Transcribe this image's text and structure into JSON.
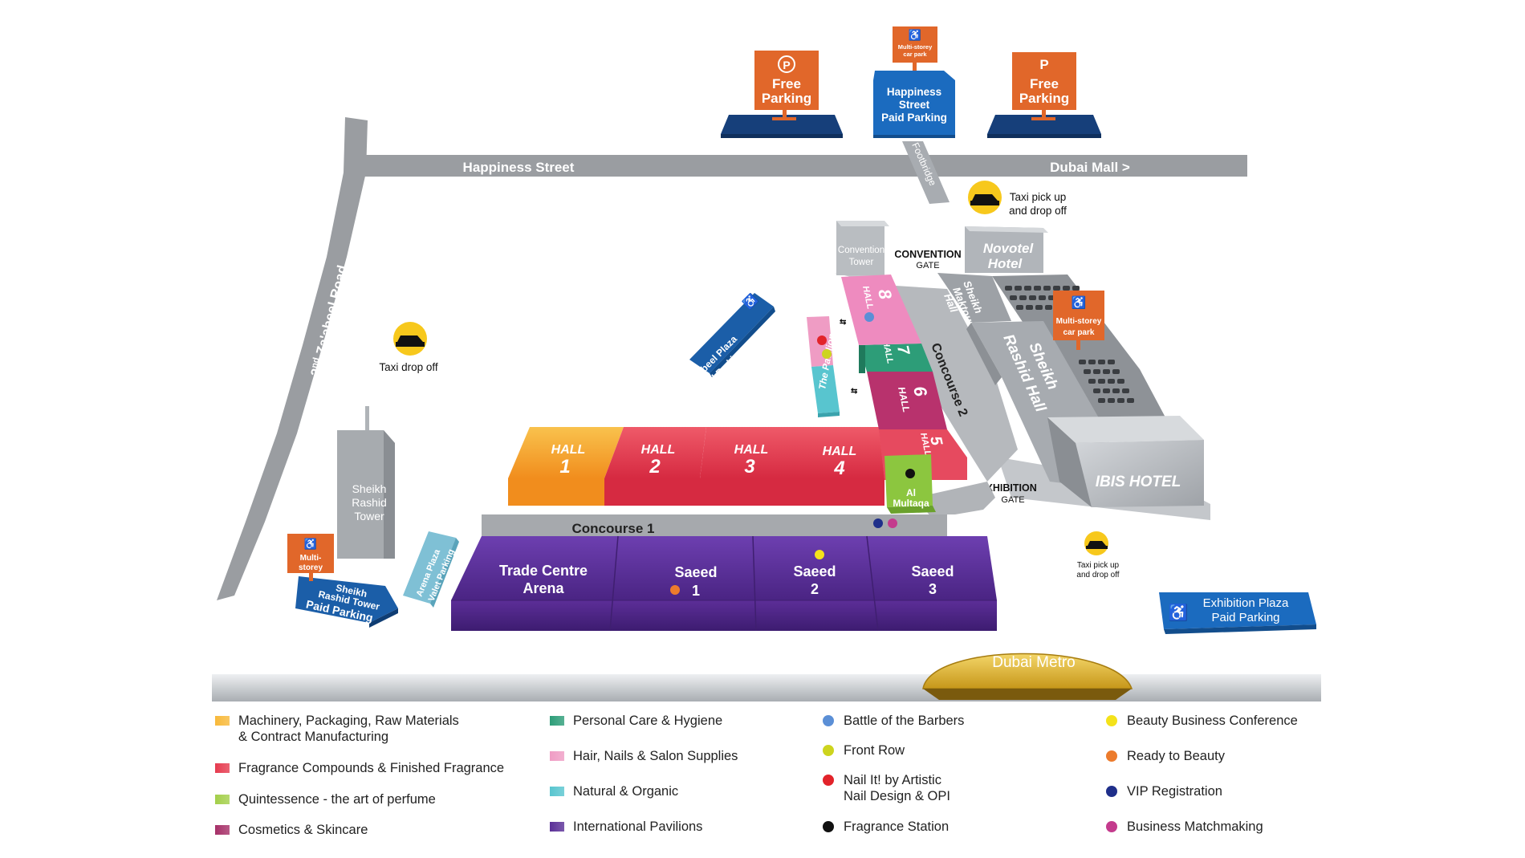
{
  "colors": {
    "road": "#9a9da1",
    "orange_hall": "#f59a1c",
    "red_hall": "#e63b4f",
    "pink_hall": "#e46fa8",
    "green_hall": "#2d9d78",
    "magenta_hall": "#b8326d",
    "lime_hall": "#8cc63f",
    "purple_hall": "#5a2f97",
    "parking_blue": "#1b5ea8",
    "sign_orange": "#e1672a",
    "hotel_gray": "#b4b8bd",
    "metro_gold": "#e5b823",
    "taxi_yellow": "#f7c81c"
  },
  "roads": {
    "happiness_street": "Happiness Street",
    "dubai_mall": "Dubai Mall  >",
    "zaabeel_road_prefix": "2",
    "zaabeel_road_sup": "nd",
    "zaabeel_road": " Za'abeel Road",
    "footbridge": "Footbridge"
  },
  "parking": {
    "free_left": {
      "symbol": "P",
      "line1": "Free",
      "line2": "Parking"
    },
    "free_right": {
      "symbol": "P",
      "line1": "Free",
      "line2": "Parking"
    },
    "happiness_paid": {
      "line1": "Happiness",
      "line2": "Street",
      "line3": "Paid Parking",
      "sign1": "Multi-storey",
      "sign2": "car park",
      "symbol": "♿"
    },
    "zaabeel_plaza": {
      "line1": "Za'abeel Plaza",
      "line2": "Paid Parking",
      "symbol": "♿"
    },
    "sheikh_rashid_tower": {
      "line1": "Sheikh",
      "line2": "Rashid Tower",
      "line3": "Paid Parking",
      "sign1": "Multi-",
      "sign2": "storey",
      "symbol": "♿"
    },
    "arena_plaza": {
      "line1": "Arena Plaza",
      "line2": "Valet Parking"
    },
    "exhibition_plaza": {
      "line1": "Exhibition Plaza",
      "line2": "Paid Parking",
      "symbol": "♿"
    },
    "novotel_multistorey": {
      "sign1": "Multi-storey",
      "sign2": "car park",
      "symbol": "♿"
    }
  },
  "taxi": {
    "top_right": {
      "line1": "Taxi pick up",
      "line2": "and drop off"
    },
    "left": {
      "line1": "Taxi drop off"
    },
    "bottom_right": {
      "line1": "Taxi pick up",
      "line2": "and drop off"
    }
  },
  "buildings": {
    "convention_tower": {
      "line1": "Convention",
      "line2": "Tower"
    },
    "convention_gate": {
      "line1": "CONVENTION",
      "line2": "GATE"
    },
    "novotel": {
      "line1": "Novotel",
      "line2": "Hotel"
    },
    "maktoum_hall": {
      "line1": "Sheikh",
      "line2": "Maktoum",
      "line3": "Hall"
    },
    "rashid_hall": {
      "line1": "Sheikh",
      "line2": "Rashid Hall"
    },
    "ibis": "IBIS HOTEL",
    "exhibition_gate": {
      "line1": "EXHIBITION",
      "line2": "GATE"
    },
    "sheikh_rashid_tower": {
      "line1": "Sheikh",
      "line2": "Rashid",
      "line3": "Tower"
    },
    "pavilion": "The Pavilion",
    "concourse1": "Concourse 1",
    "concourse2": "Concourse 2",
    "metro": "Dubai Metro"
  },
  "halls": {
    "hall_word": "HALL",
    "h1": "1",
    "h2": "2",
    "h3": "3",
    "h4": "4",
    "h5": "5",
    "h6": "6",
    "h7": "7",
    "h8": "8",
    "al_multaqa": {
      "line1": "Al",
      "line2": "Multaqa"
    },
    "arena": {
      "line1": "Trade Centre",
      "line2": "Arena"
    },
    "saeed1": {
      "line1": "Saeed",
      "line2": "1"
    },
    "saeed2": {
      "line1": "Saeed",
      "line2": "2"
    },
    "saeed3": {
      "line1": "Saeed",
      "line2": "3"
    }
  },
  "legend": {
    "categories": [
      {
        "label": "Machinery, Packaging, Raw Materials\n& Contract Manufacturing",
        "color": "#f8b93a"
      },
      {
        "label": "Fragrance Compounds & Finished Fragrance",
        "color": "#e63b4f"
      },
      {
        "label": "Quintessence - the art of perfume",
        "color": "#a3cf4a"
      },
      {
        "label": "Cosmetics & Skincare",
        "color": "#a63068"
      },
      {
        "label": "Personal Care & Hygiene",
        "color": "#2d9d78"
      },
      {
        "label": "Hair, Nails & Salon Supplies",
        "color": "#ef9cc4"
      },
      {
        "label": "Natural & Organic",
        "color": "#58c5cf"
      },
      {
        "label": "International Pavilions",
        "color": "#5a2f97"
      }
    ],
    "markers": [
      {
        "label": "Battle of the Barbers",
        "color": "#5b8fd6"
      },
      {
        "label": "Front Row",
        "color": "#cdd41e"
      },
      {
        "label": "Nail It! by Artistic\nNail Design & OPI",
        "color": "#e2232a"
      },
      {
        "label": "Fragrance Station",
        "color": "#111111"
      },
      {
        "label": "Beauty Business Conference",
        "color": "#f4e21a"
      },
      {
        "label": "Ready to Beauty",
        "color": "#ec7b2c"
      },
      {
        "label": "VIP Registration",
        "color": "#1f2f8a"
      },
      {
        "label": "Business Matchmaking",
        "color": "#c43b8d"
      }
    ]
  }
}
